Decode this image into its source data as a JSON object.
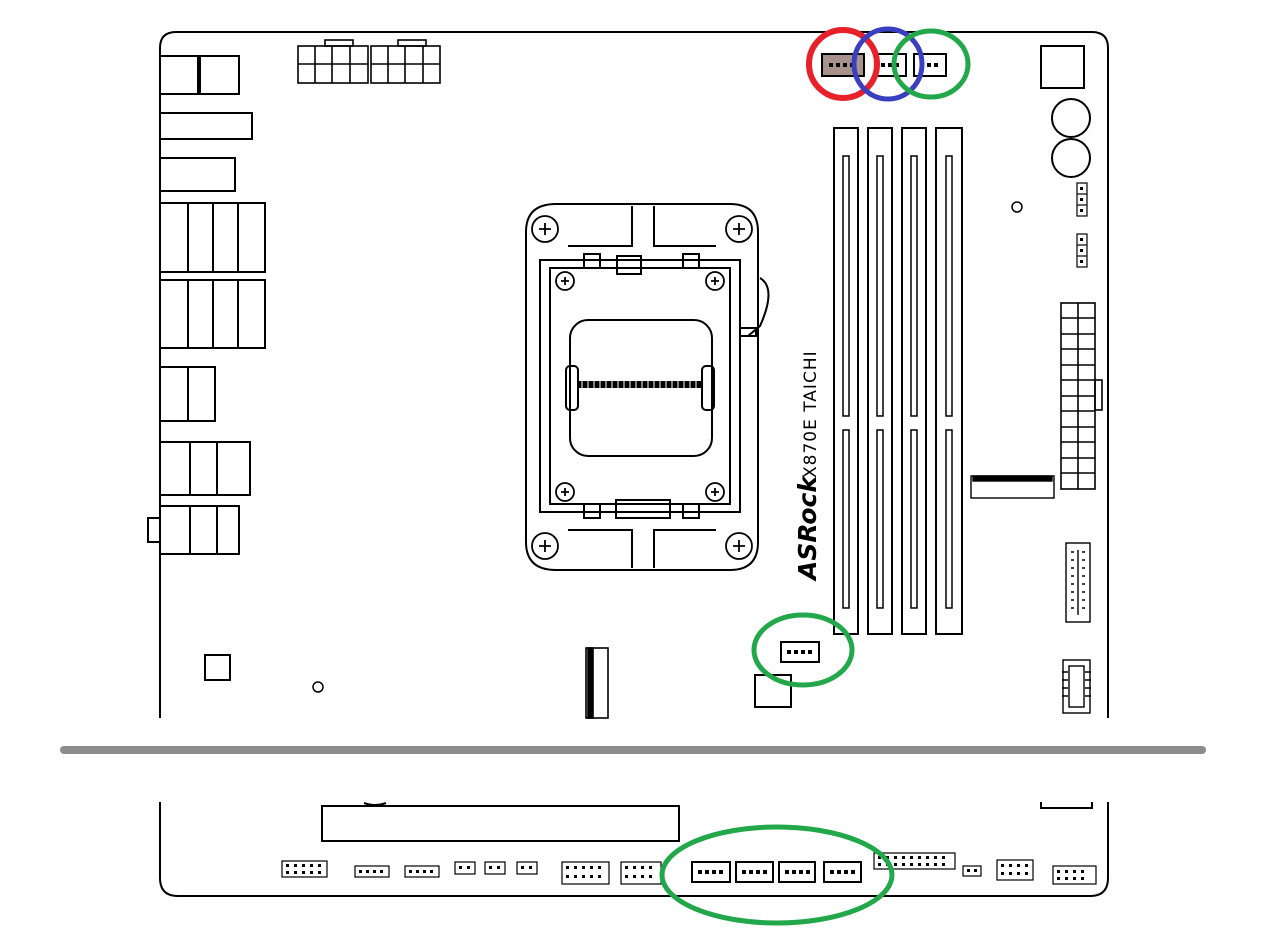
{
  "board": {
    "brand_logo_text": "ASRock",
    "model_text": "X870E TAICHI"
  },
  "colors": {
    "outline": "#000000",
    "background": "#ffffff",
    "highlight_red": "#e8202a",
    "highlight_blue": "#3a3fbf",
    "highlight_green": "#22a84a",
    "cut_separator": "#8c8c8c",
    "header_fill_brown": "#a8938c"
  },
  "callouts": [
    {
      "name": "cpu-fan-header-callout",
      "color": "red"
    },
    {
      "name": "cpu-optional-fan-header-callout",
      "color": "blue"
    },
    {
      "name": "aio-pump-header-callout",
      "color": "green"
    },
    {
      "name": "mid-board-fan-header-callout",
      "color": "green"
    },
    {
      "name": "bottom-fan-headers-callout",
      "color": "green"
    }
  ]
}
